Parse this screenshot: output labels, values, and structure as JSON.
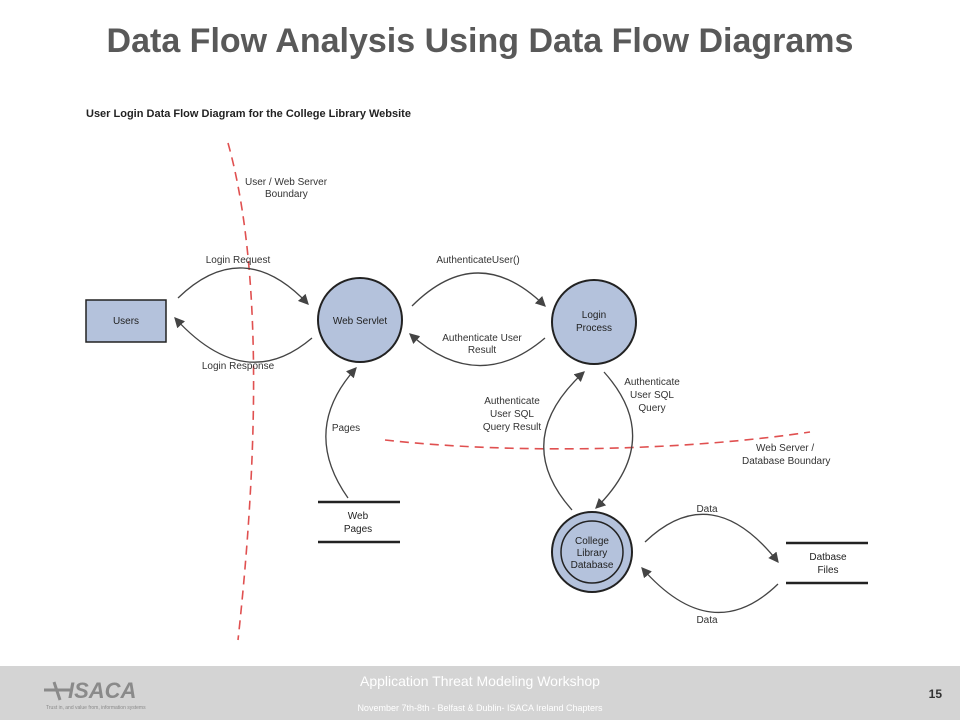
{
  "slide": {
    "title": "Data Flow Analysis Using Data Flow Diagrams"
  },
  "diagram": {
    "title": "User Login Data Flow Diagram for the College Library Website",
    "nodes": {
      "users": "Users",
      "web_servlet": "Web Servlet",
      "login_process": [
        "Login",
        "Process"
      ],
      "college_db": [
        "College",
        "Library",
        "Database"
      ],
      "web_pages": [
        "Web",
        "Pages"
      ],
      "database_files": [
        "Datbase",
        "Files"
      ]
    },
    "boundaries": {
      "user_web": [
        "User / Web Server",
        "Boundary"
      ],
      "web_db": [
        "Web Server /",
        "Database Boundary"
      ]
    },
    "flows": {
      "login_request": "Login Request",
      "login_response": "Login Response",
      "authenticate_user": "AuthenticateUser()",
      "authenticate_user_result": [
        "Authenticate User",
        "Result"
      ],
      "auth_sql_query": [
        "Authenticate",
        "User SQL",
        "Query"
      ],
      "auth_sql_query_result": [
        "Authenticate",
        "User SQL",
        "Query Result"
      ],
      "pages": "Pages",
      "data_out": "Data",
      "data_in": "Data"
    },
    "colors": {
      "node_fill": "#b4c2dc",
      "boundary": "#e05050",
      "arrow": "#444444"
    }
  },
  "footer": {
    "workshop": "Application Threat Modeling Workshop",
    "subtitle": "November 7th-8th - Belfast & Dublin- ISACA Ireland Chapters",
    "page_number": "15",
    "logo_text": "ISACA",
    "logo_tagline": "Trust in, and value from, information systems"
  }
}
